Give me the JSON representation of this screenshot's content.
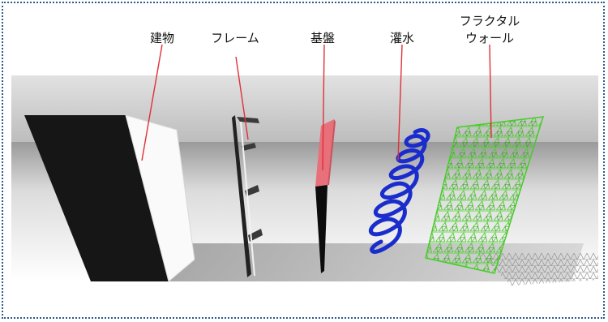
{
  "labels": {
    "building": "建物",
    "frame": "フレーム",
    "substrate": "基盤",
    "irrigation": "灌水",
    "fractal_wall_line1": "フラクタル",
    "fractal_wall_line2": "ウォール"
  },
  "colors": {
    "border": "#2a5a8c",
    "leader_line": "#e0303a",
    "substrate_top": "#e8707a",
    "irrigation": "#1a2ccc",
    "fractal": "#48cc28"
  }
}
